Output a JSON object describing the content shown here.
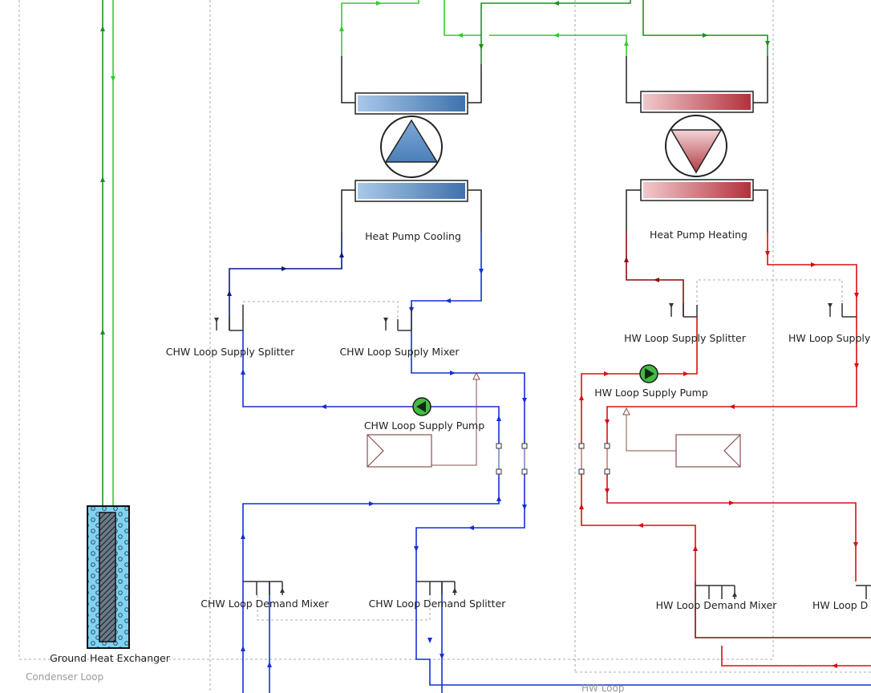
{
  "labels": {
    "heat_pump_cooling": "Heat Pump Cooling",
    "heat_pump_heating": "Heat Pump Heating",
    "chw_supply_splitter": "CHW Loop Supply Splitter",
    "chw_supply_mixer": "CHW Loop Supply Mixer",
    "chw_supply_pump": "CHW Loop Supply Pump",
    "chw_demand_mixer": "CHW Loop Demand Mixer",
    "chw_demand_splitter": "CHW Loop Demand Splitter",
    "hw_supply_splitter": "HW Loop Supply Splitter",
    "hw_supply_mixer": "HW Loop Supply",
    "hw_supply_pump": "HW Loop Supply Pump",
    "hw_demand_mixer": "HW Loop Demand Mixer",
    "hw_demand_splitter": "HW Loop D",
    "ground_hx": "Ground Heat Exchanger",
    "condenser_loop": "Condenser Loop",
    "hw_loop": "HW Loop"
  },
  "colors": {
    "condenser_dark": "#1f8f1f",
    "condenser_light": "#33cc33",
    "chw_dark": "#0a1a80",
    "chw_light": "#1530d8",
    "hw_dark": "#8a0c0c",
    "hw_light": "#d81010",
    "boundary": "#bdbdbd",
    "cooling_coil": "#5b8fc4",
    "heating_coil": "#c9505a",
    "pump_green": "#33aa33"
  }
}
